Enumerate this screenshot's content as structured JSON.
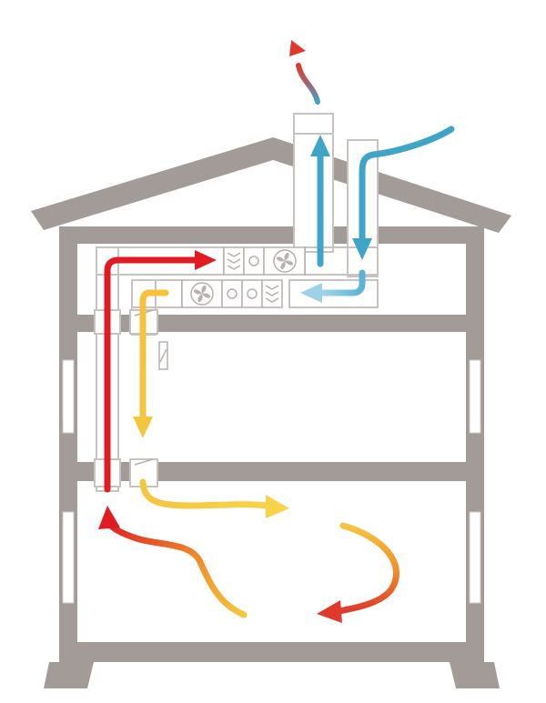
{
  "diagram": {
    "subject": "house-heat-recovery-ventilation",
    "colors": {
      "structure": "#a39b98",
      "duct_outline": "#c9c3c0",
      "unit_stroke": "#b7b0ad",
      "warm_air": "#e01b22",
      "medium_air": "#f08a2a",
      "tempered_air": "#f6c540",
      "fresh_air": "#3ea4c8",
      "cool_air": "#8ecbe3",
      "background": "#ffffff"
    },
    "icons": [
      "fan-icon",
      "heat-exchanger-icon",
      "filter-icon",
      "damper-icon"
    ],
    "flows": [
      {
        "id": "exhaust-out",
        "from": "roof-stack",
        "to": "outside",
        "colors": [
          "#3ea4c8",
          "#e0392b"
        ]
      },
      {
        "id": "fresh-in",
        "from": "outside",
        "to": "ventilation-unit",
        "colors": [
          "#3ea4c8"
        ]
      },
      {
        "id": "supply-down",
        "from": "ventilation-unit",
        "to": "ground-floor",
        "colors": [
          "#f6c540"
        ]
      },
      {
        "id": "room-circulation",
        "from": "ground-floor",
        "to": "return-duct",
        "colors": [
          "#f6c540",
          "#e01b22"
        ]
      },
      {
        "id": "return-up",
        "from": "return-duct",
        "to": "ventilation-unit",
        "colors": [
          "#e01b22"
        ]
      }
    ]
  }
}
